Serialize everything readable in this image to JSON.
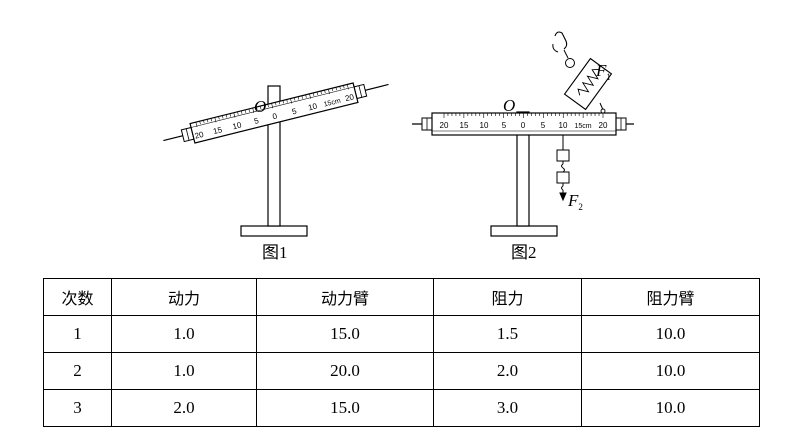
{
  "figures": {
    "fig1": {
      "caption": "图1",
      "pivot_label": "O",
      "scale_labels": [
        "20",
        "15",
        "10",
        "5",
        "0",
        "5",
        "10",
        "15cm",
        "20"
      ]
    },
    "fig2": {
      "caption": "图2",
      "pivot_label": "O",
      "scale_labels": [
        "20",
        "15",
        "10",
        "5",
        "0",
        "5",
        "10",
        "15cm",
        "20"
      ],
      "force1": "F",
      "force1_sub": "1",
      "force2": "F",
      "force2_sub": "2"
    }
  },
  "table": {
    "headers": [
      "次数",
      "动力",
      "动力臂",
      "阻力",
      "阻力臂"
    ],
    "rows": [
      [
        "1",
        "1.0",
        "15.0",
        "1.5",
        "10.0"
      ],
      [
        "2",
        "1.0",
        "20.0",
        "2.0",
        "10.0"
      ],
      [
        "3",
        "2.0",
        "15.0",
        "3.0",
        "10.0"
      ]
    ]
  }
}
